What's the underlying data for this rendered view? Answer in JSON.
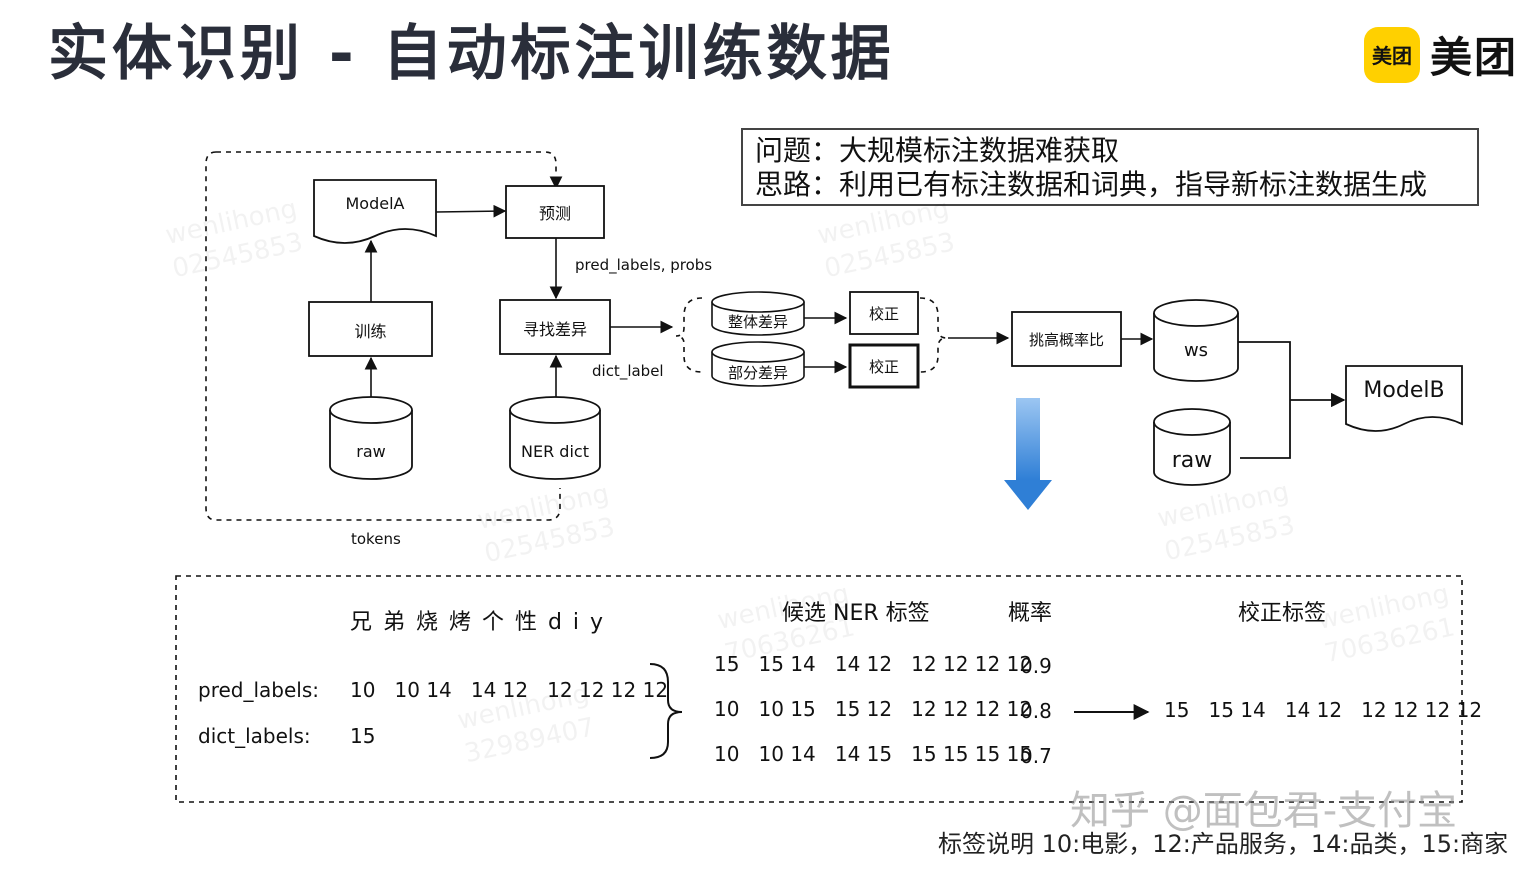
{
  "title": "实体识别 - 自动标注训练数据",
  "logo": {
    "badge": "美团",
    "text": "美团"
  },
  "problem_box": {
    "line1": "问题：大规模标注数据难获取",
    "line2": "思路：利用已有标注数据和词典，指导新标注数据生成"
  },
  "flow": {
    "modelA": "ModelA",
    "predict": "预测",
    "train": "训练",
    "find_diff": "寻找差异",
    "raw_left": "raw",
    "ner_dict": "NER dict",
    "edge_pred": "pred_labels, probs",
    "edge_dict": "dict_label",
    "edge_tokens": "tokens",
    "overall_diff": "整体差异",
    "partial_diff": "部分差异",
    "correct1": "校正",
    "correct2": "校正",
    "pick_high": "挑高概率比",
    "ws": "ws",
    "raw_right": "raw",
    "modelB": "ModelB"
  },
  "example": {
    "chars": "兄 弟 烧 烤 个 性 d i y",
    "pred_label": "pred_labels:",
    "pred_values": "10   10 14   14 12   12 12 12 12",
    "dict_label": "dict_labels:",
    "dict_values": "15",
    "col_candidate": "候选 NER 标签",
    "col_prob": "概率",
    "col_corrected": "校正标签",
    "candidates": [
      {
        "labels": "15   15 14   14 12   12 12 12 12",
        "prob": "0.9"
      },
      {
        "labels": "10   10 15   15 12   12 12 12 12",
        "prob": "0.8"
      },
      {
        "labels": "10   10 14   14 15   15 15 15 15",
        "prob": "0.7"
      }
    ],
    "corrected": "15   15 14   14 12   12 12 12 12"
  },
  "legend_note": "标签说明  10:电影，12:产品服务，14:品类，15:商家",
  "credit": "知乎 @面包君-支付宝",
  "colors": {
    "arrow_blue": "#2f7fd6",
    "logo_yellow": "#ffd000"
  }
}
